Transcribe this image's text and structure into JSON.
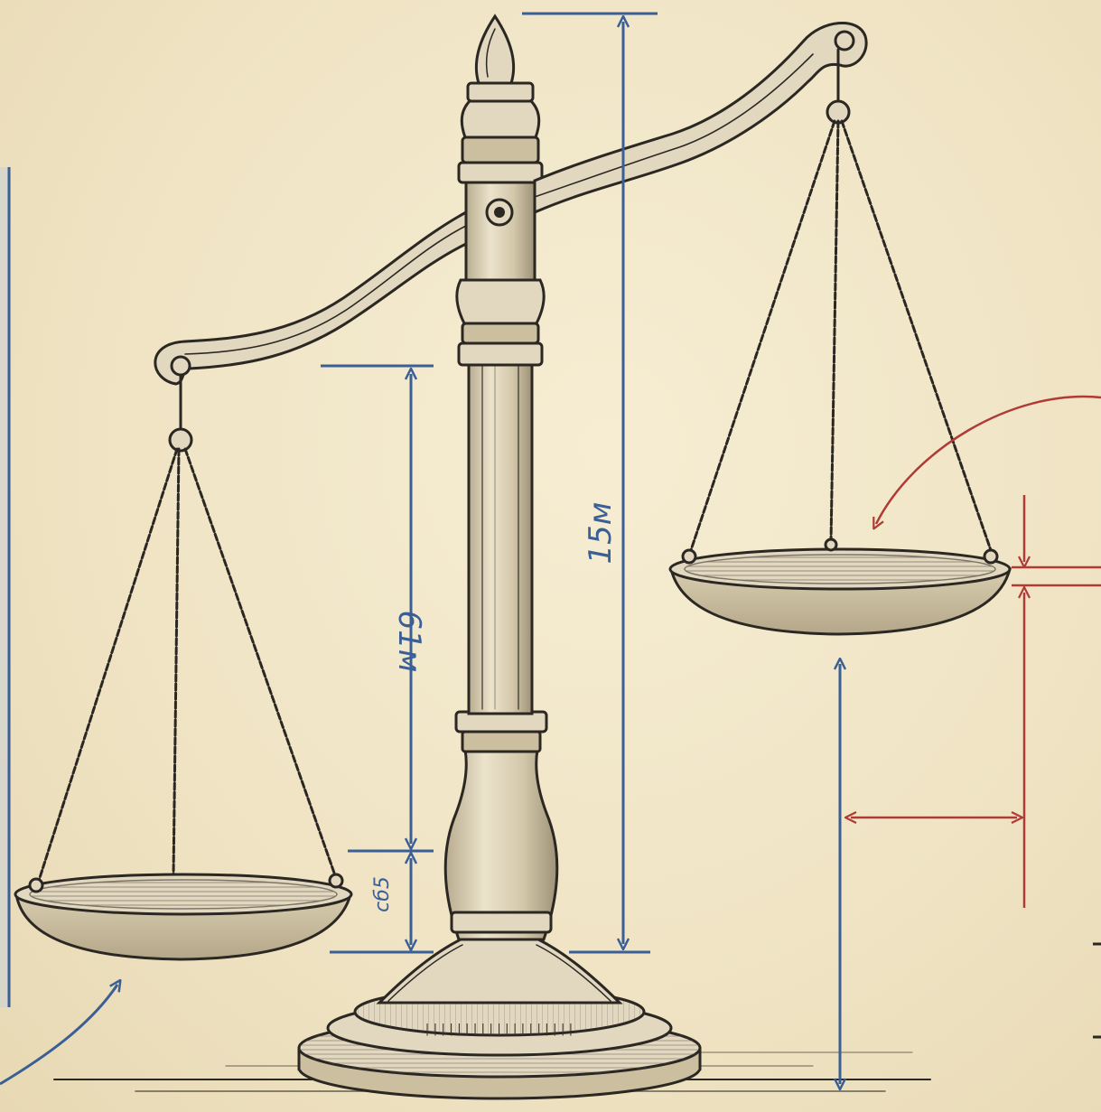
{
  "diagram": {
    "dimension_labels": {
      "total_height": "15м",
      "hanger_height": "61м",
      "pan_depth": "сб5"
    }
  }
}
